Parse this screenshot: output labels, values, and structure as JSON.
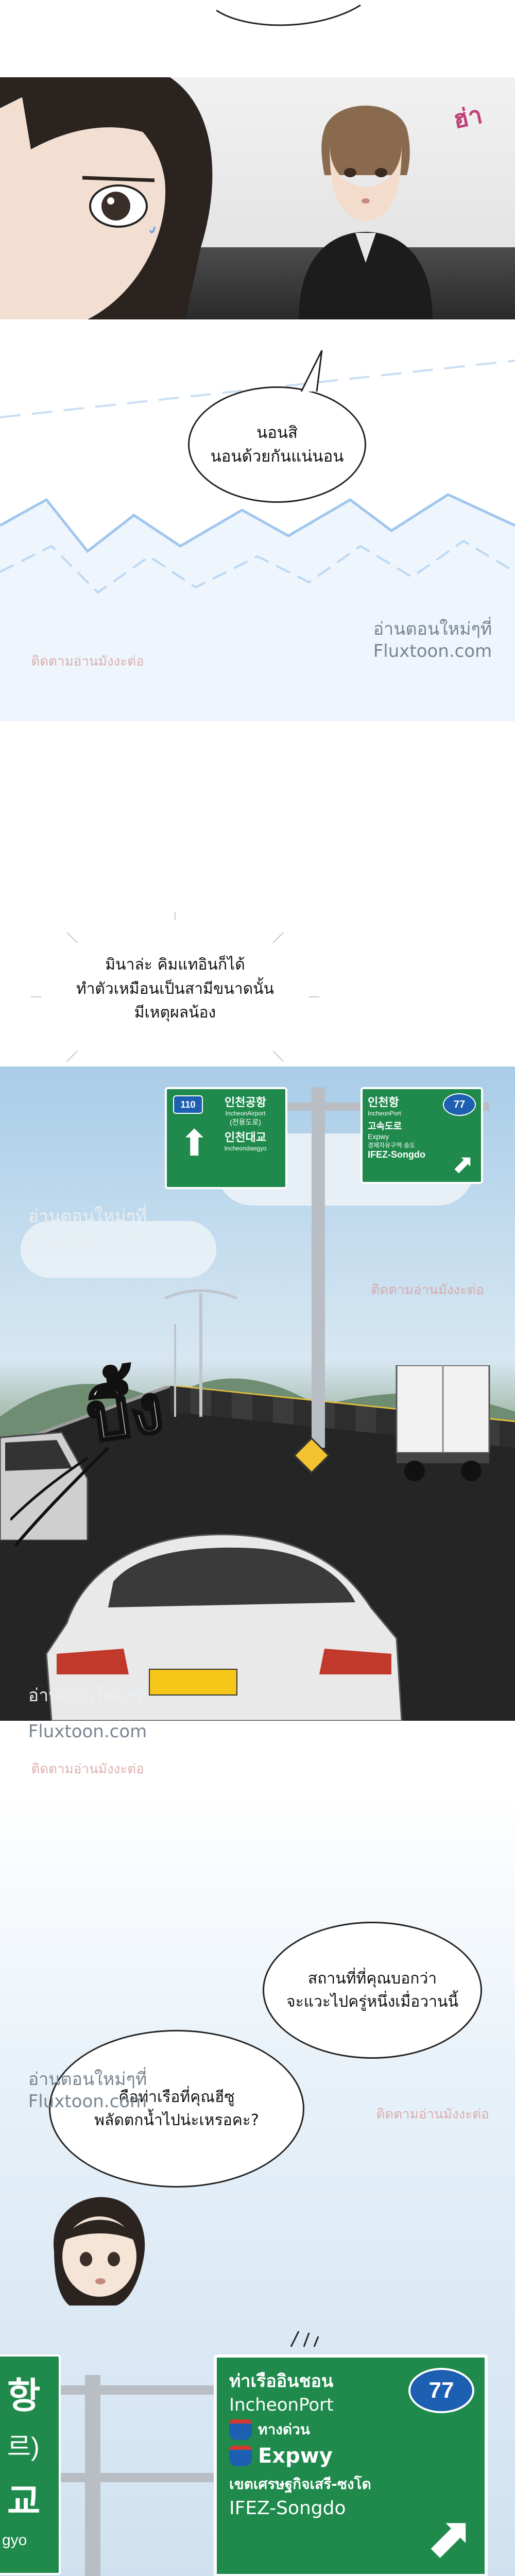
{
  "panel1": {
    "sfx": "ฮ่า"
  },
  "bubble_sleep": {
    "line1": "นอนสิ",
    "line2": "นอนด้วยกันแน่นอน"
  },
  "thought_bubble": {
    "line1": "มินาล่ะ คิมแทอินก็ได้",
    "line2": "ทำตัวเหมือนเป็นสามีขนาดนั้น",
    "line3": "มีเหตุผลน้อง"
  },
  "highway_panel": {
    "sfx": "บึ้ง",
    "sign_left": {
      "route_number": "110",
      "line1": "인천공항",
      "line2": "IncheonAirport",
      "line3": "(전용도로)",
      "line4": "인천대교",
      "line5": "Incheondaegyo"
    },
    "sign_right": {
      "route_number": "77",
      "line1": "인천항",
      "line2": "IncheonPort",
      "line3": "고속도로",
      "line4": "Expwy",
      "line5": "경제자유구역·송도",
      "line6": "IFEZ-Songdo"
    }
  },
  "bubble_place": {
    "line1": "สถานที่ที่คุณบอกว่า",
    "line2": "จะแวะไปครู่หนึ่งเมื่อวานนี้"
  },
  "bubble_port": {
    "line1": "คือท่าเรือที่คุณฮีซู",
    "line2": "พลัดตกน้ำไปน่ะเหรอคะ?"
  },
  "final_sign": {
    "route_number": "77",
    "line1": "ท่าเรืออินชอน",
    "line2": "IncheonPort",
    "line3": "ทางด่วน",
    "line4": "Expwy",
    "line5": "เขตเศรษฐกิจเสรี-ซงโด",
    "line6": "IFEZ-Songdo",
    "left_partial_1": "항",
    "left_partial_2": "르)",
    "left_partial_3": "교",
    "left_partial_4": "gyo"
  },
  "watermarks": {
    "site_line1": "อ่านตอนใหม่ๆที่",
    "site_line2": "Fluxtoon.com",
    "brand": "ติดตามอ่านมังงะต่อ"
  },
  "colors": {
    "sky_light": "#eaf3fb",
    "accent_blue": "#9fc6ee",
    "sign_green": "#1f8a4c",
    "route_blue": "#1d5fb0"
  }
}
